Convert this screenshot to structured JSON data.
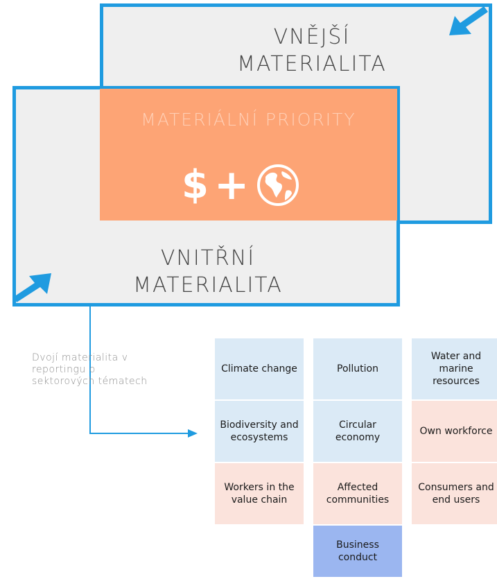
{
  "outer_box": {
    "title_lines": [
      "VNĚJŠÍ",
      "MATERIALITA"
    ]
  },
  "inner_box": {
    "title_lines": [
      "VNITŘNÍ",
      "MATERIALITA"
    ]
  },
  "priority": {
    "title": "MATERIÁLNÍ PRIORITY",
    "dollar": "$",
    "plus": "+"
  },
  "caption": {
    "lines": [
      "Dvojí materialita v",
      "reportingu o",
      "sektorových tématech"
    ]
  },
  "topics": [
    {
      "lines": [
        "Climate change"
      ],
      "category": "environment"
    },
    {
      "lines": [
        "Pollution"
      ],
      "category": "environment"
    },
    {
      "lines": [
        "Water and",
        "marine",
        "resources"
      ],
      "category": "environment"
    },
    {
      "lines": [
        "Biodiversity and",
        "ecosystems"
      ],
      "category": "environment"
    },
    {
      "lines": [
        "Circular",
        "economy"
      ],
      "category": "environment"
    },
    {
      "lines": [
        "Own workforce"
      ],
      "category": "social"
    },
    {
      "lines": [
        "Workers in the",
        "value chain"
      ],
      "category": "social"
    },
    {
      "lines": [
        "Affected",
        "communities"
      ],
      "category": "social"
    },
    {
      "lines": [
        "Consumers and",
        "end users"
      ],
      "category": "social"
    },
    {
      "lines": [
        "Business",
        "conduct"
      ],
      "category": "governance"
    }
  ],
  "colors": {
    "accent_blue": "#1f9be0",
    "box_fill": "#efefef",
    "priority_fill": "#fda475",
    "environment_tile": "#dbeaf6",
    "social_tile": "#fbe3dc",
    "governance_tile": "#9bb6f0"
  },
  "icons": [
    "dollar-icon",
    "plus-icon",
    "globe-icon",
    "arrow-icon"
  ]
}
